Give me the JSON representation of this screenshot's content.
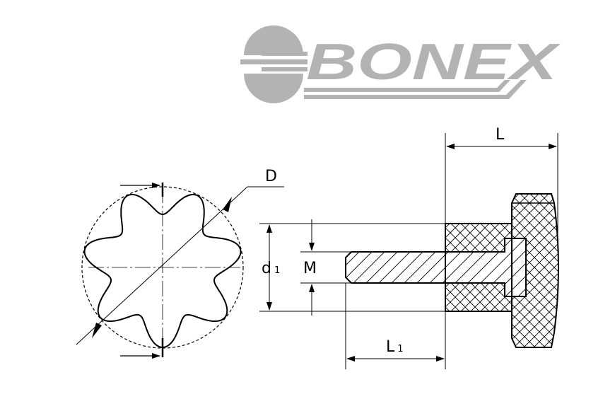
{
  "logo": {
    "brand": "BONEX",
    "color": "#b3b3b3"
  },
  "labels": {
    "D": "D",
    "L": "L",
    "d1_main": "d",
    "d1_sub": "1",
    "M": "M",
    "L1_main": "L",
    "L1_sub": "1"
  },
  "colors": {
    "line": "#000000",
    "background": "#ffffff"
  }
}
